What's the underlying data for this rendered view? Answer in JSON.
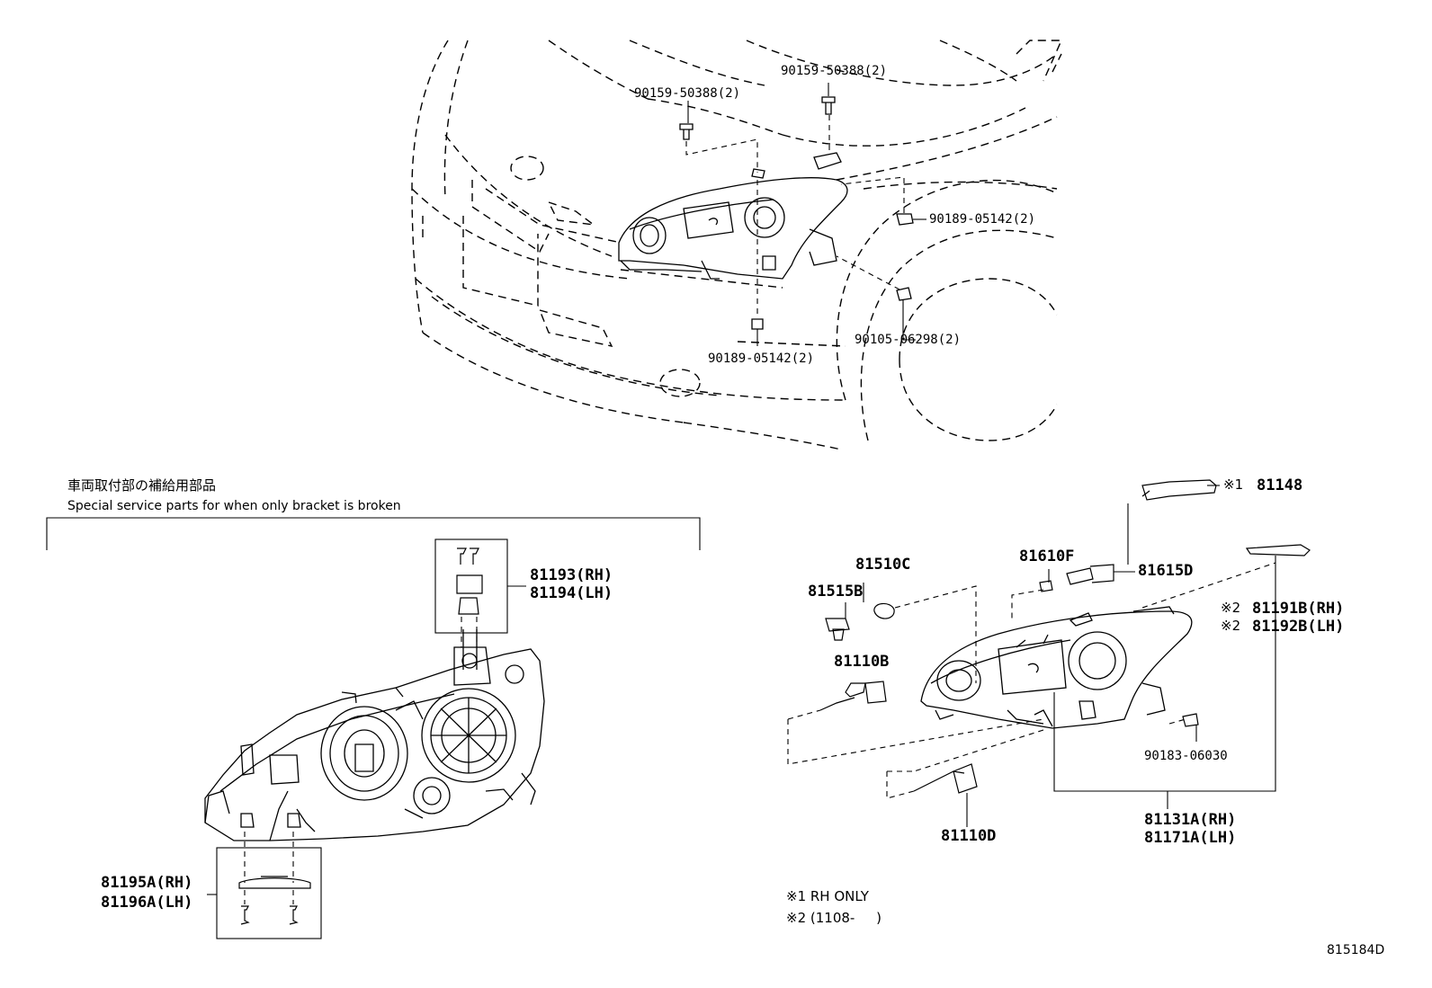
{
  "header": {
    "jp": "車両取付部の補給用部品",
    "en": "Special service parts for when only bracket is broken"
  },
  "top_callouts": {
    "c1": "90159-50388(2)",
    "c2": "90159-50388(2)",
    "c3": "90189-05142(2)",
    "c4": "90189-05142(2)",
    "c5": "90105-06298(2)"
  },
  "left_parts": {
    "p81193": "81193(RH)",
    "p81194": "81194(LH)",
    "p81195": "81195A(RH)",
    "p81196": "81196A(LH)"
  },
  "right_parts": {
    "p81148_mark": "※1",
    "p81148": "81148",
    "p81510": "81510C",
    "p81610": "81610F",
    "p81615": "81615D",
    "p81515": "81515B",
    "p81110b": "81110B",
    "p81191_mark": "※2",
    "p81191": "81191B(RH)",
    "p81192_mark": "※2",
    "p81192": "81192B(LH)",
    "p90183": "90183-06030",
    "p81131": "81131A(RH)",
    "p81171": "81171A(LH)",
    "p81110d": "81110D"
  },
  "notes": {
    "n1": "※1 RH ONLY",
    "n2": "※2 (1108-     )"
  },
  "figure_id": "815184D"
}
